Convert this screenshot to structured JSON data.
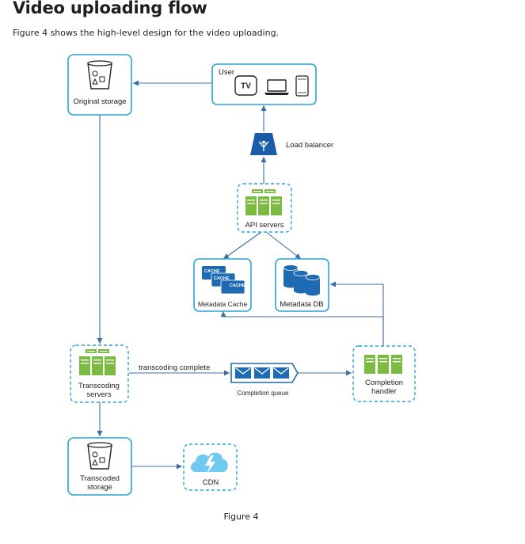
{
  "page": {
    "title": "Video uploading flow",
    "intro": "Figure 4 shows the high-level design for the video uploading.",
    "caption": "Figure 4"
  },
  "diagram": {
    "nodes": {
      "user": {
        "label": "User",
        "tv_text": "TV"
      },
      "original_storage": {
        "label": "Original storage"
      },
      "load_balancer": {
        "label": "Load balancer"
      },
      "api_servers": {
        "label": "API servers"
      },
      "metadata_cache": {
        "label": "Metadata Cache",
        "cache_text": "CACHE"
      },
      "metadata_db": {
        "label": "Metadata DB"
      },
      "transcoding_servers": {
        "label_line1": "Transcoding",
        "label_line2": "servers"
      },
      "completion_queue": {
        "label": "Completion queue"
      },
      "completion_handler": {
        "label_line1": "Completion",
        "label_line2": "handler"
      },
      "transcoded_storage": {
        "label_line1": "Transcoded",
        "label_line2": "storage"
      },
      "cdn": {
        "label": "CDN"
      }
    },
    "edges": {
      "transcoding_complete": "transcoding complete"
    },
    "colors": {
      "border": "#2ba3d6",
      "arrow": "#3d6fa5",
      "server_green": "#7cbb42",
      "db_blue": "#1e6ab3",
      "cdn_blue": "#6fc9f0",
      "lb_blue": "#1a5da6"
    }
  }
}
